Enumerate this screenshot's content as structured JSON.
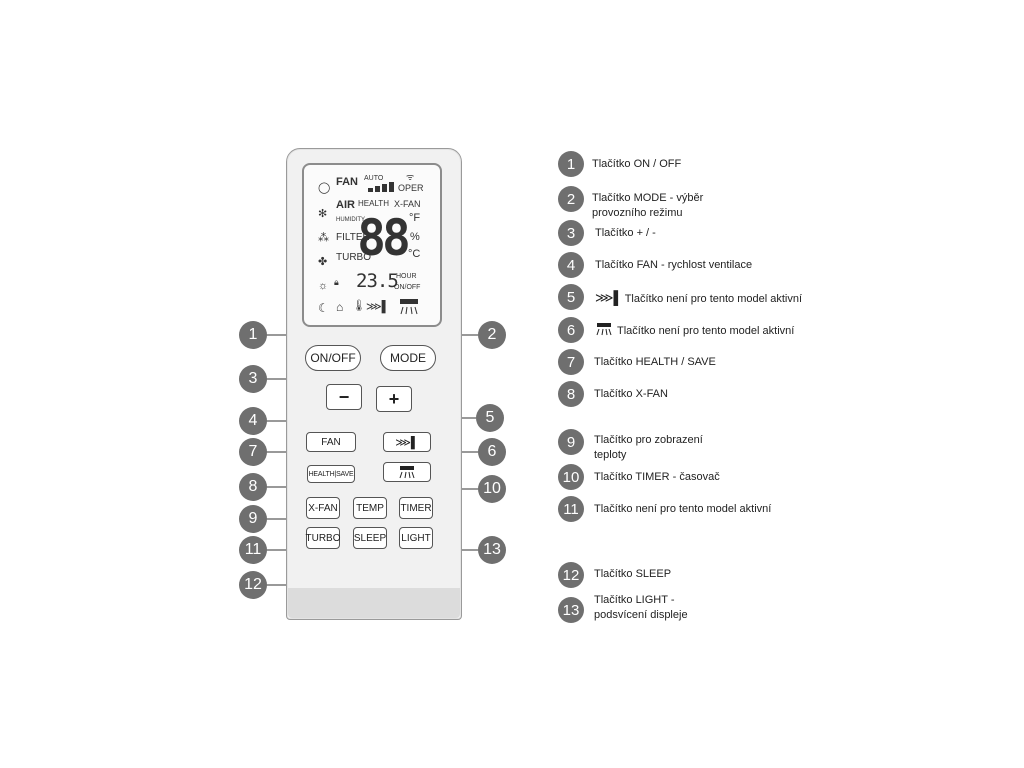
{
  "lcd": {
    "fan": "FAN",
    "auto": "AUTO",
    "oper": "OPER",
    "air": "AIR",
    "health": "HEALTH",
    "xfan": "X-FAN",
    "humidity": "HUMIDITY",
    "filter": "FILTER",
    "turbo": "TURBO",
    "digits": "88",
    "deg_f": "°F",
    "percent": "%",
    "deg_c": "°C",
    "small_digits": "23.5",
    "hour": "HOUR",
    "onoff": "ON/OFF"
  },
  "buttons": {
    "onoff": "ON/OFF",
    "mode": "MODE",
    "minus": "−",
    "plus": "+",
    "fan": "FAN",
    "health_save": "HEALTH|SAVE",
    "xfan": "X-FAN",
    "temp": "TEMP",
    "timer": "TIMER",
    "turbo": "TURBO",
    "sleep": "SLEEP",
    "light": "LIGHT"
  },
  "callouts": [
    "1",
    "2",
    "3",
    "4",
    "5",
    "6",
    "7",
    "8",
    "9",
    "10",
    "11",
    "12",
    "13"
  ],
  "legend": [
    {
      "num": "1",
      "lines": [
        "Tlačítko ON / OFF"
      ]
    },
    {
      "num": "2",
      "lines": [
        "Tlačítko MODE - výběr",
        "provozního režimu"
      ]
    },
    {
      "num": "3",
      "lines": [
        "Tlačítko + / -"
      ]
    },
    {
      "num": "4",
      "lines": [
        "Tlačítko FAN - rychlost ventilace"
      ]
    },
    {
      "num": "5",
      "lines": [
        "Tlačítko není pro tento model aktivní"
      ],
      "icon": "swing-vertical-icon"
    },
    {
      "num": "6",
      "lines": [
        "Tlačítko není pro tento model aktivní"
      ],
      "icon": "swing-horizontal-icon"
    },
    {
      "num": "7",
      "lines": [
        "Tlačítko HEALTH / SAVE"
      ]
    },
    {
      "num": "8",
      "lines": [
        "Tlačítko X-FAN"
      ]
    },
    {
      "num": "9",
      "lines": [
        "Tlačítko pro zobrazení",
        "teploty"
      ]
    },
    {
      "num": "10",
      "lines": [
        "Tlačítko TIMER - časovač"
      ]
    },
    {
      "num": "11",
      "lines": [
        "Tlačítko není pro tento model aktivní"
      ]
    },
    {
      "num": "12",
      "lines": [
        "Tlačítko SLEEP"
      ]
    },
    {
      "num": "13",
      "lines": [
        "Tlačítko LIGHT -",
        "podsvícení displeje"
      ]
    }
  ],
  "colors": {
    "badge": "#6f6f6f",
    "remote": "#f1f1f1",
    "outline": "#555555"
  }
}
